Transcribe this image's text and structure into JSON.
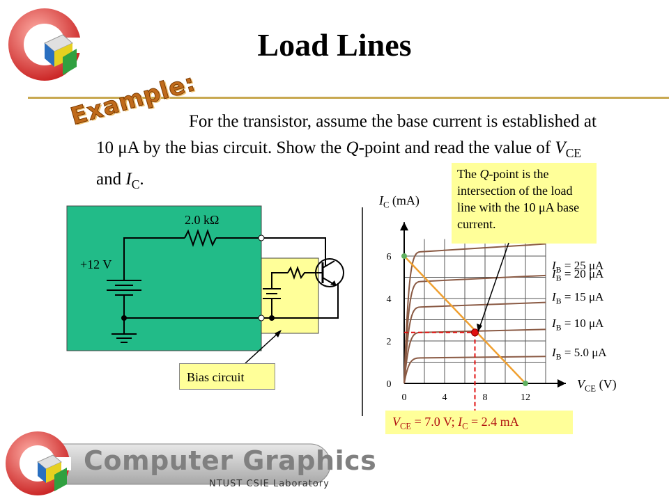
{
  "title": "Load Lines",
  "example_word": "Example:",
  "body_text": {
    "p1": "For the transistor, assume the base current is established at 10 ",
    "mu": "μ",
    "p2": "A by the bias circuit. Show the ",
    "q": "Q",
    "p3": "-point and read the value of ",
    "v": "V",
    "v_sub": "CE",
    "and": " and ",
    "i": "I",
    "i_sub": "C",
    "end": "."
  },
  "circuit": {
    "resistor_label": "2.0 kΩ",
    "supply_label": "+12 V",
    "bias_label": "Bias circuit"
  },
  "q_callout": {
    "p1": "The ",
    "q": "Q",
    "p2": "-point is the intersection of the load line with the 10 ",
    "mu": "μ",
    "p3": "A base current."
  },
  "result": {
    "v": "V",
    "v_sub": "CE",
    "v_text": " = 7.0 V; ",
    "i": "I",
    "i_sub": "C",
    "i_text": " = 2.4 mA"
  },
  "chart_data": {
    "type": "line",
    "y_axis": {
      "symbol": "I",
      "sub": "C",
      "unit": " (mA)",
      "ticks": [
        "0",
        "2",
        "4",
        "6"
      ]
    },
    "x_axis": {
      "symbol": "V",
      "sub": "CE",
      "unit": " (V)",
      "ticks": [
        "0",
        "4",
        "8",
        "12"
      ]
    },
    "curves": [
      {
        "label_symbol": "I",
        "label_sub": "B",
        "label_value": " = 25 μA",
        "saturation_mA": 6.2
      },
      {
        "label_symbol": "I",
        "label_sub": "B",
        "label_value": " = 20 μA",
        "saturation_mA": 4.8
      },
      {
        "label_symbol": "I",
        "label_sub": "B",
        "label_value": " = 15 μA",
        "saturation_mA": 3.6
      },
      {
        "label_symbol": "I",
        "label_sub": "B",
        "label_value": " = 10 μA",
        "saturation_mA": 2.4
      },
      {
        "label_symbol": "I",
        "label_sub": "B",
        "label_value": " = 5.0 μA",
        "saturation_mA": 1.2
      }
    ],
    "load_line": {
      "start": [
        0,
        6
      ],
      "end": [
        12,
        0
      ]
    },
    "q_point": {
      "vce": 7.0,
      "ic": 2.4
    },
    "colors": {
      "curve": "#8a5a44",
      "load_line": "#f0a030",
      "q_point": "#e01010",
      "endpoint": "#60b060",
      "grid": "#555555"
    }
  },
  "logo": {
    "name": "Computer Graphics",
    "lab": "NTUST CSIE Laboratory"
  }
}
